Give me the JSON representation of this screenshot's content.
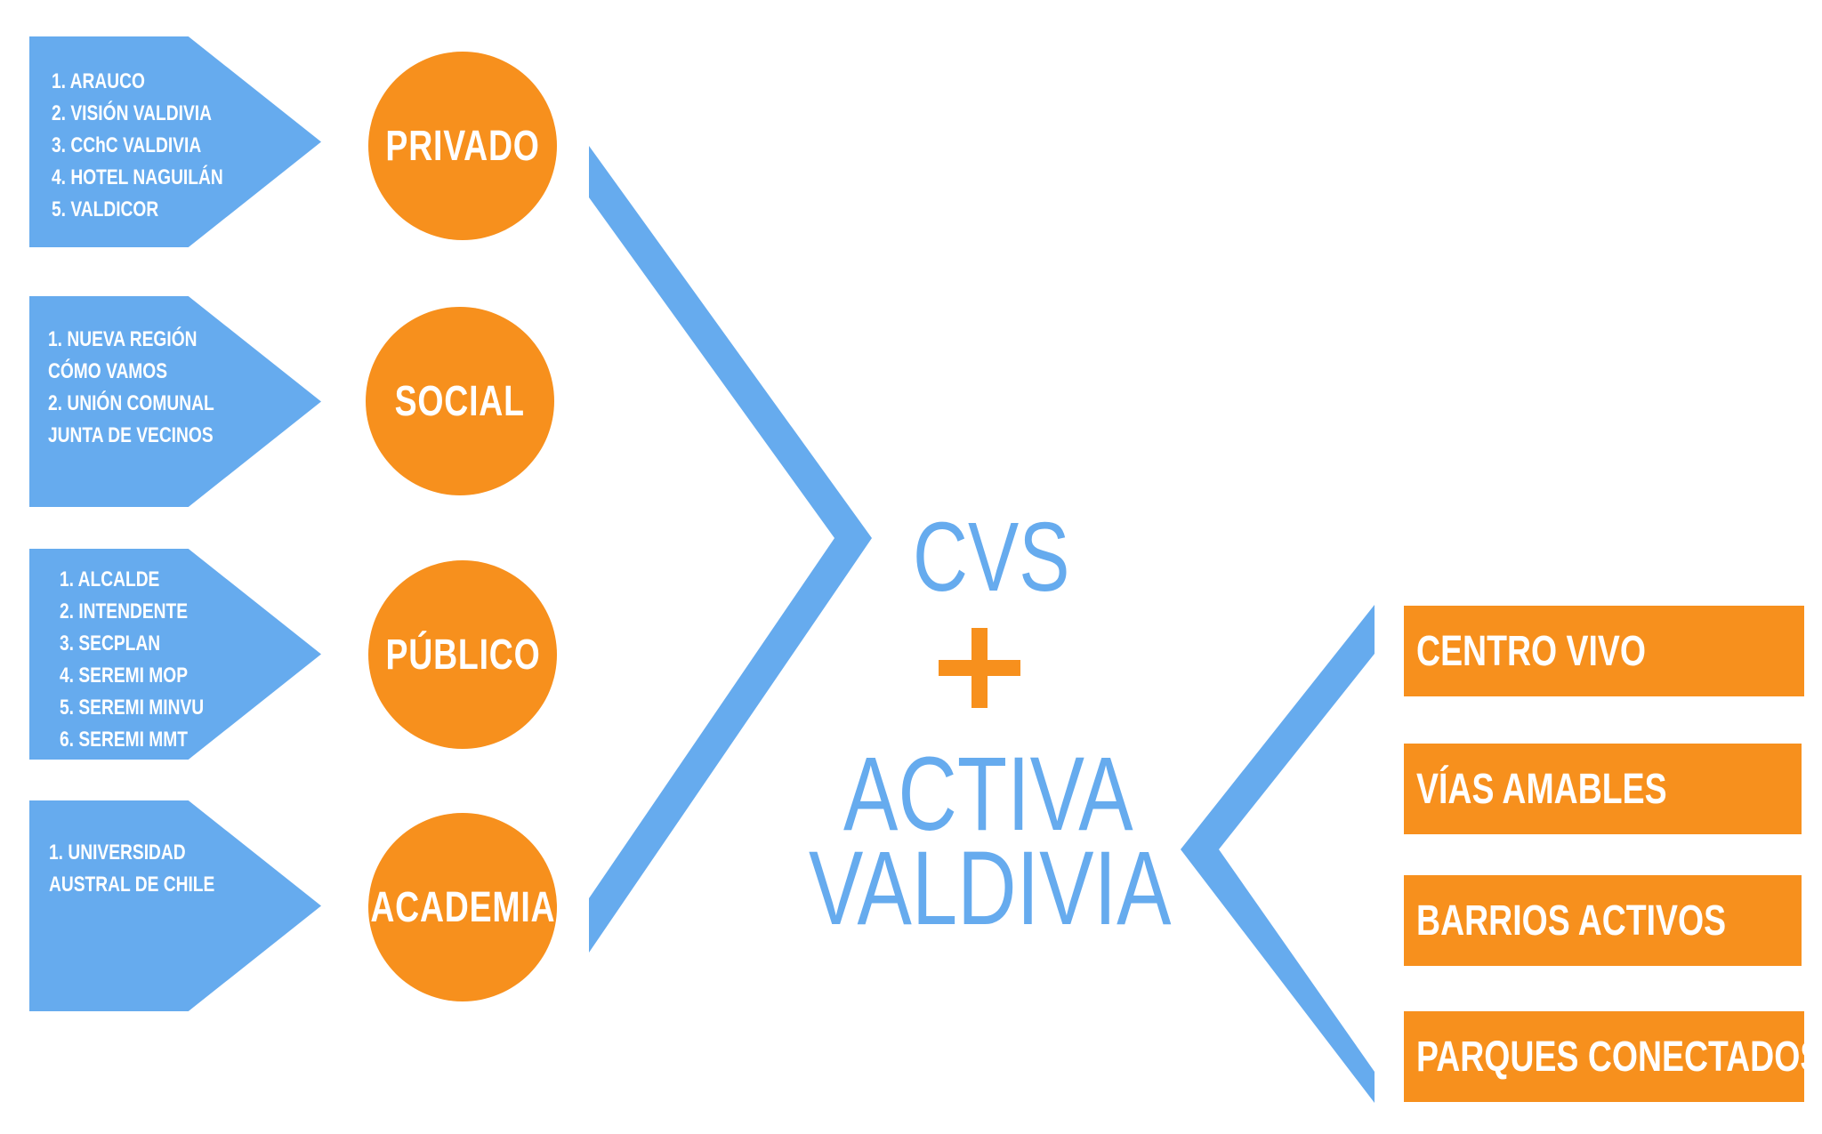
{
  "groups": [
    {
      "name": "PRIVADO",
      "items": [
        "1. ARAUCO",
        "2. VISIÓN VALDIVIA",
        "3. CChC VALDIVIA",
        "4. HOTEL NAGUILÁN",
        "5. VALDICOR"
      ]
    },
    {
      "name": "SOCIAL",
      "items": [
        "1. NUEVA REGIÓN",
        "CÓMO VAMOS",
        "2. UNIÓN COMUNAL",
        "JUNTA DE VECINOS"
      ]
    },
    {
      "name": "PÚBLICO",
      "items": [
        "1. ALCALDE",
        "2. INTENDENTE",
        "3. SECPLAN",
        "4. SEREMI MOP",
        "5. SEREMI MINVU",
        "6. SEREMI MMT"
      ]
    },
    {
      "name": "ACADEMIA",
      "items": [
        "1. UNIVERSIDAD",
        "AUSTRAL DE CHILE"
      ]
    }
  ],
  "center": {
    "top": "CVS",
    "line1": "ACTIVA",
    "line2": "VALDIVIA"
  },
  "themes": [
    "CENTRO VIVO",
    "VÍAS AMABLES",
    "BARRIOS ACTIVOS",
    "PARQUES CONECTADOS"
  ],
  "colors": {
    "blue": "#66abee",
    "orange": "#f7901d"
  }
}
